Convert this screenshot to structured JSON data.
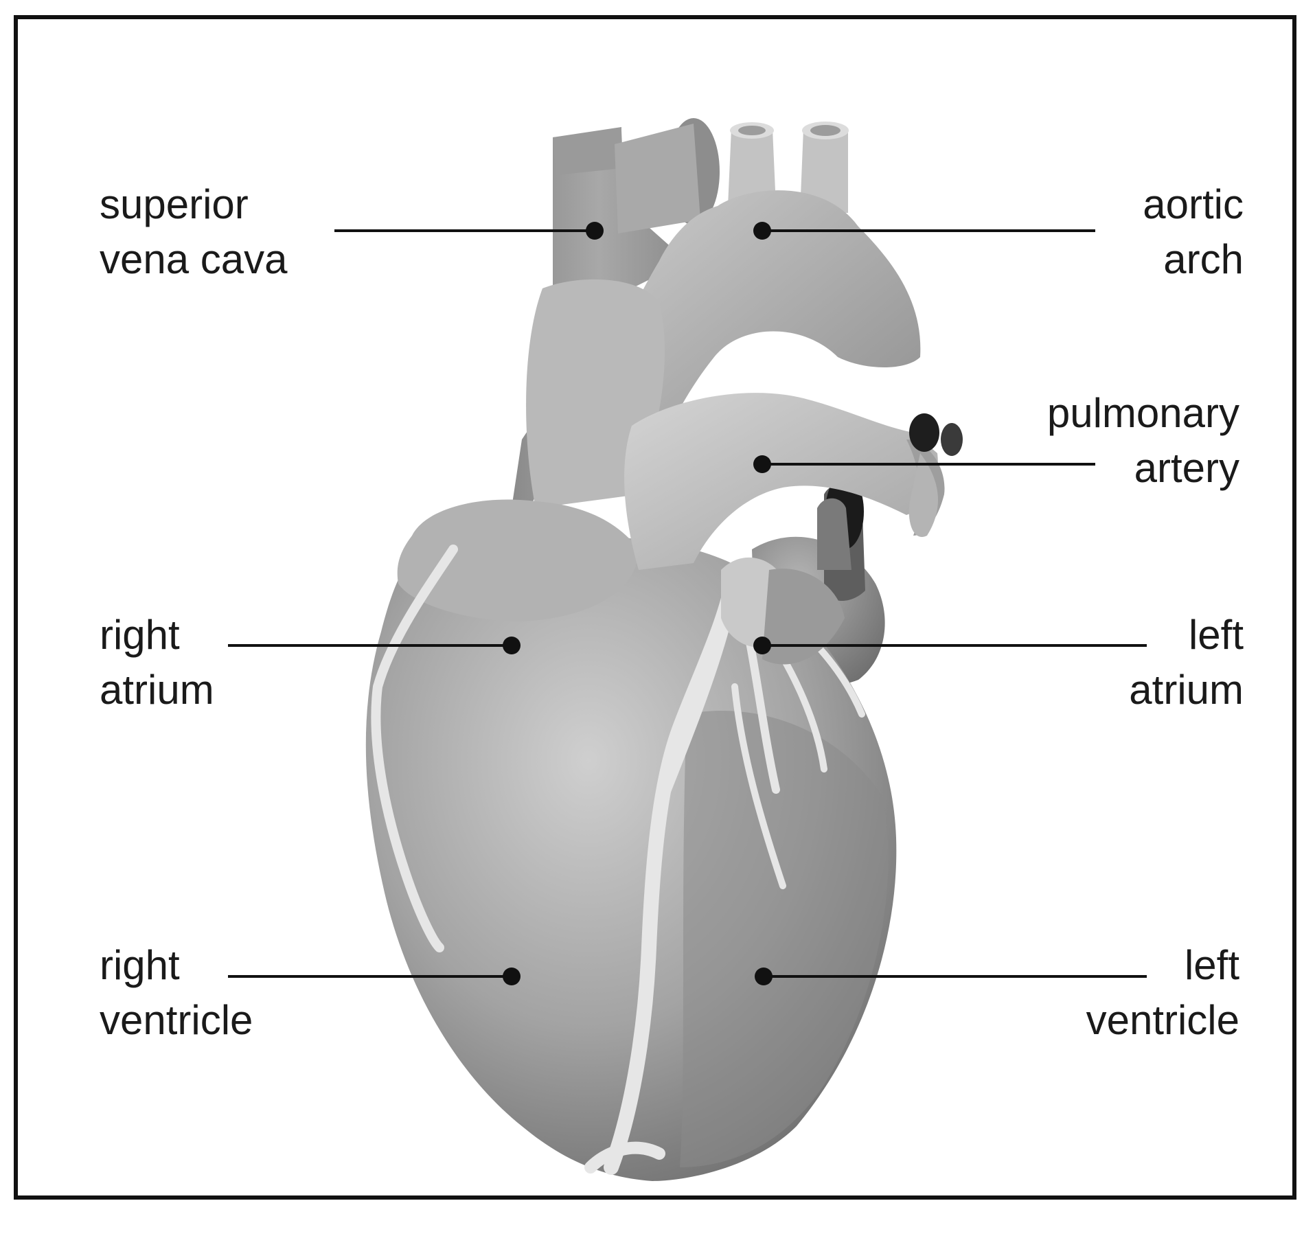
{
  "labels": {
    "superior_vena_cava": {
      "line1": "superior",
      "line2": "vena cava"
    },
    "aortic_arch": {
      "line1": "aortic",
      "line2": "arch"
    },
    "pulmonary_artery": {
      "line1": "pulmonary",
      "line2": "artery"
    },
    "right_atrium": {
      "line1": "right",
      "line2": "atrium"
    },
    "left_atrium": {
      "line1": "left",
      "line2": "atrium"
    },
    "right_ventricle": {
      "line1": "right",
      "line2": "ventricle"
    },
    "left_ventricle": {
      "line1": "left",
      "line2": "ventricle"
    }
  },
  "colors": {
    "frame": "#111111",
    "label_text": "#1a1a1a",
    "leader_line": "#111111",
    "heart_light": "#c9c9c9",
    "heart_mid": "#9a9a9a",
    "heart_dark": "#6e6e6e",
    "vessel_light": "#e4e4e4"
  }
}
